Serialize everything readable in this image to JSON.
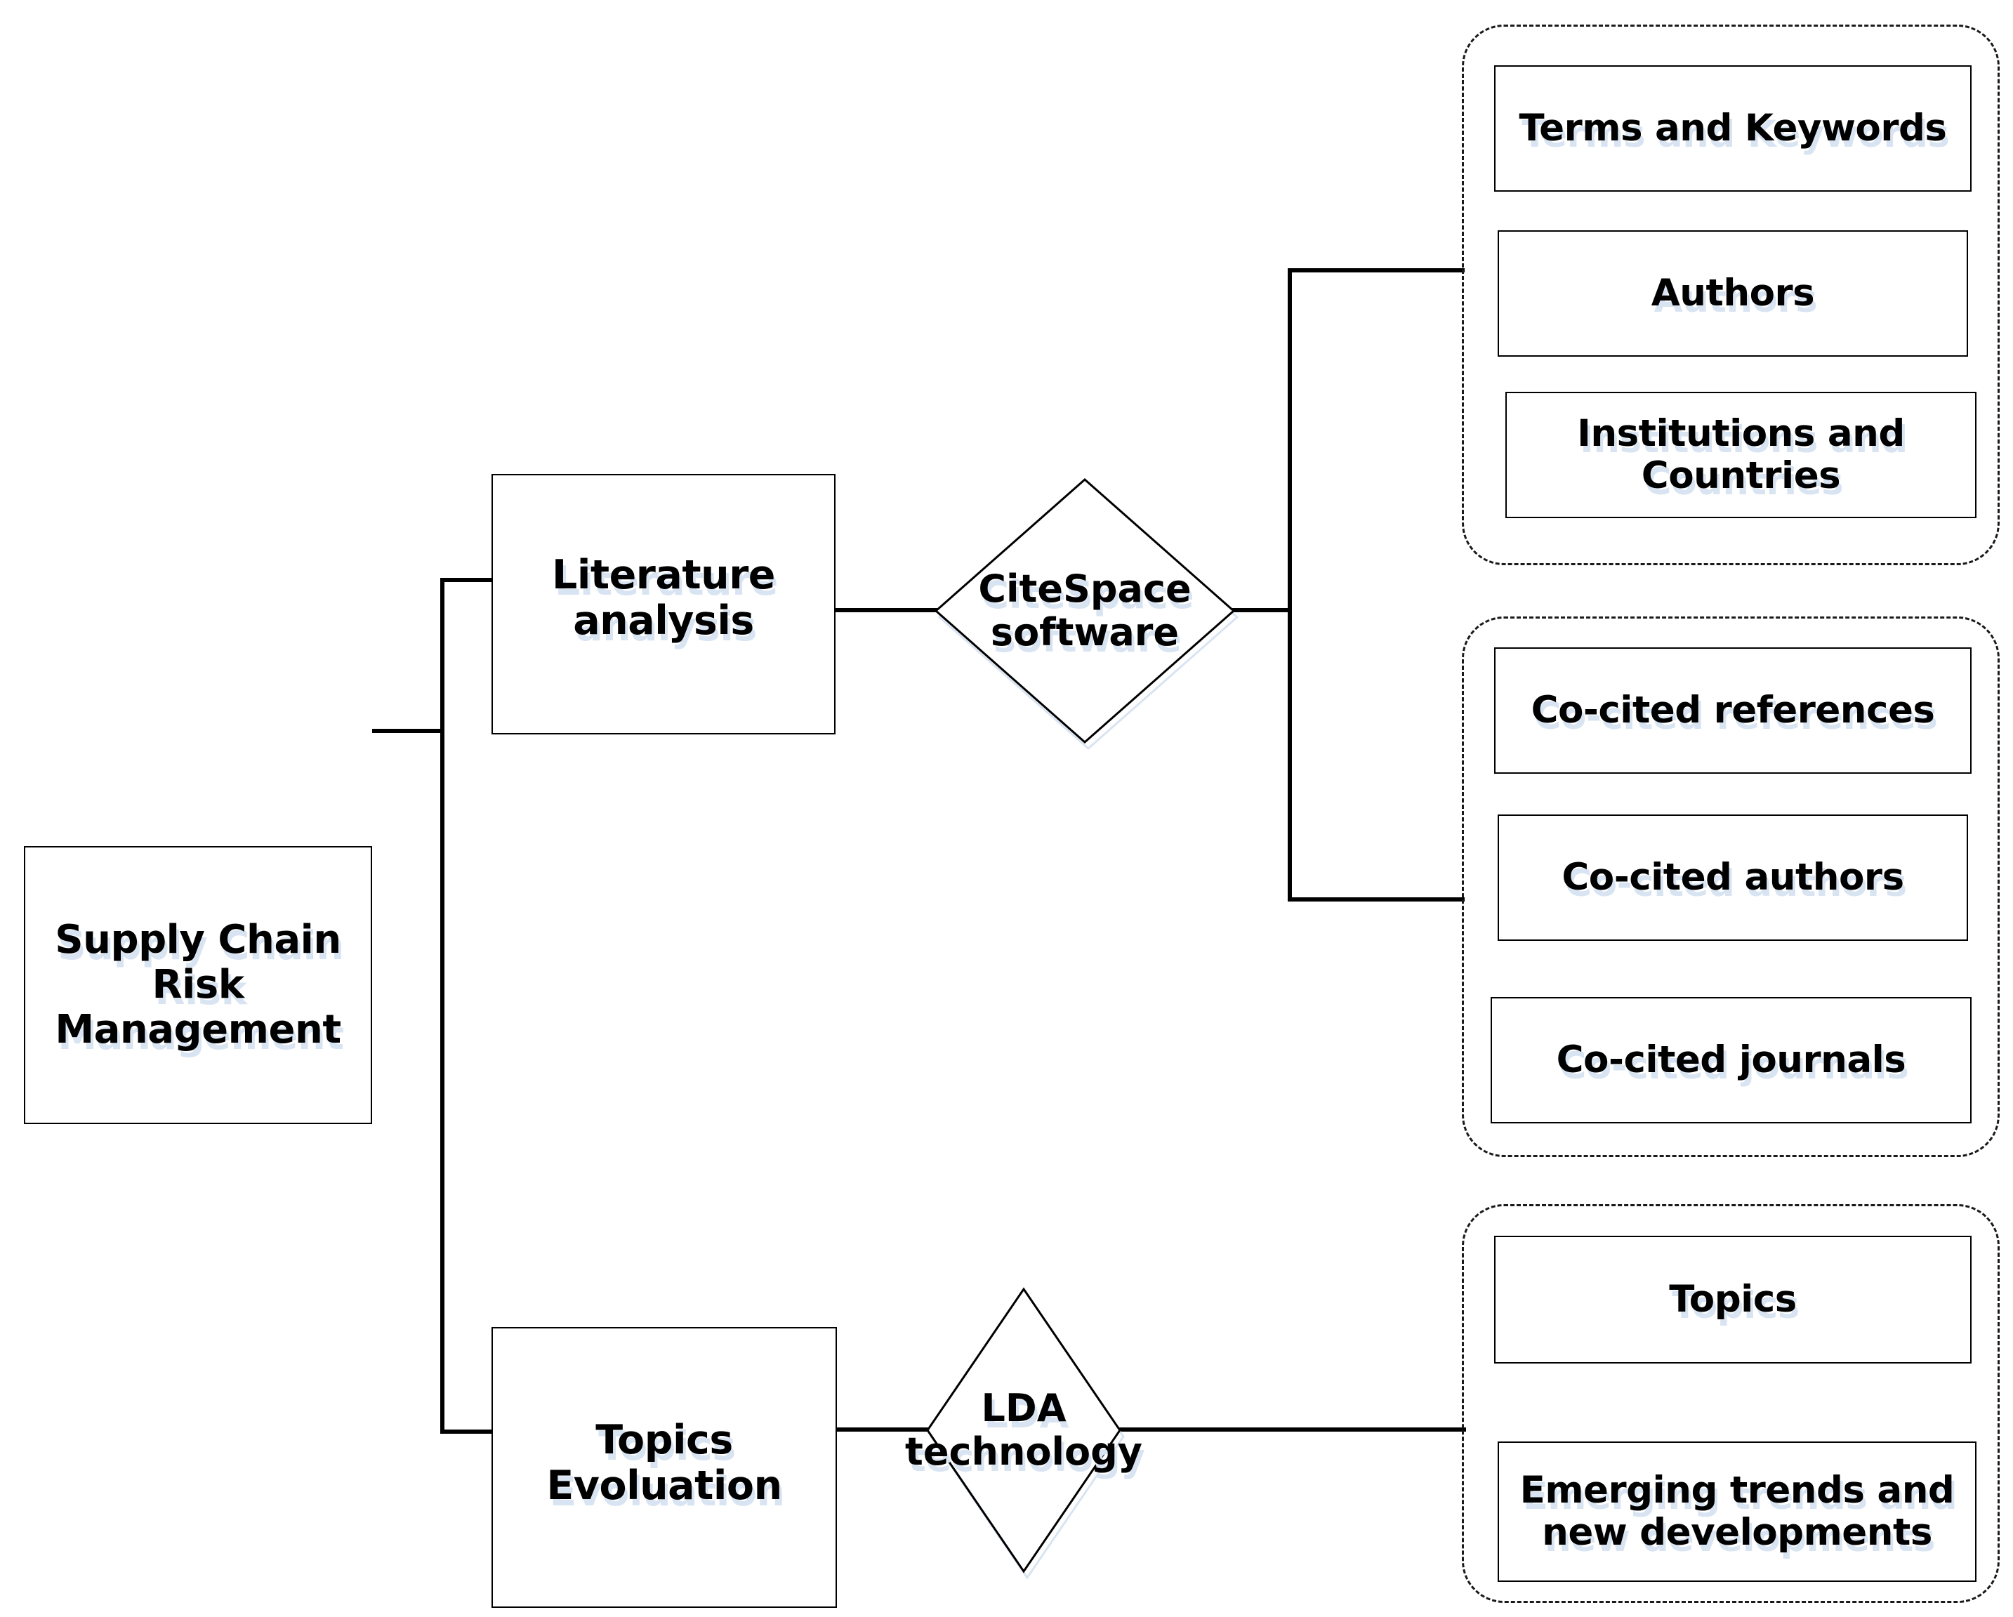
{
  "diagram": {
    "root": {
      "label": "Supply Chain\nRisk\nManagement"
    },
    "branches": [
      {
        "process": {
          "label": "Literature\nanalysis"
        },
        "method": {
          "label": "CiteSpace\nsoftware",
          "shape": "diamond"
        },
        "groups": [
          {
            "items": [
              {
                "label": "Terms and Keywords"
              },
              {
                "label": "Authors"
              },
              {
                "label": "Institutions and\nCountries"
              }
            ]
          },
          {
            "items": [
              {
                "label": "Co-cited references"
              },
              {
                "label": "Co-cited authors"
              },
              {
                "label": "Co-cited journals"
              }
            ]
          }
        ]
      },
      {
        "process": {
          "label": "Topics\nEvoluation"
        },
        "method": {
          "label": "LDA\ntechnology",
          "shape": "diamond"
        },
        "groups": [
          {
            "items": [
              {
                "label": "Topics"
              },
              {
                "label": "Emerging trends and\nnew developments"
              }
            ]
          }
        ]
      }
    ],
    "colors": {
      "line": "#000000",
      "box_border": "#000000",
      "group_border": "#1a1a1a",
      "text": "#000000",
      "text_shadow": "#d9e4f2",
      "ghost_outline": "#dbe5f1",
      "background": "#ffffff"
    }
  }
}
